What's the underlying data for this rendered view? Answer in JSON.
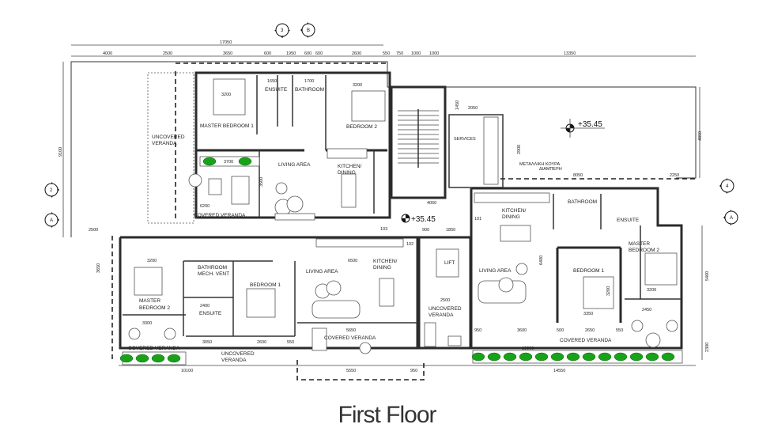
{
  "title": "First Floor",
  "rooms": {
    "tl_master_bedroom_1": "MASTER BEDROOM 1",
    "tl_ensuite": "ENSUITE",
    "tl_bathroom": "BATHROOM",
    "tl_bedroom_2": "BEDROOM 2",
    "tl_uncovered_veranda_1": "UNCOVERED",
    "tl_uncovered_veranda_2": "VERANDA",
    "tl_living_area": "LIVING AREA",
    "tl_kitchen_1": "KITCHEN/",
    "tl_kitchen_2": "DINING",
    "tl_covered_veranda": "COVERED VERANDA",
    "services": "SERVICES",
    "metal_rail_1": "ΜΕΤΑΛΛΙΚΗ ΚΟΥΡΑ",
    "metal_rail_2": "ΔΙΑΜΠΕΡΗ",
    "tr_bathroom": "BATHROOM",
    "tr_ensuite": "ENSUITE",
    "tr_kitchen_1": "KITCHEN/",
    "tr_kitchen_2": "DINING",
    "door_101": "101",
    "door_102": "102",
    "door_103": "103",
    "bl_bathroom_1": "BATHROOM",
    "bl_bathroom_2": "MECH. VENT",
    "bl_master_bedroom_2a": "MASTER",
    "bl_master_bedroom_2b": "BEDROOM 2",
    "bl_bedroom_1": "BEDROOM 1",
    "bl_ensuite": "ENSUITE",
    "bl_living_area": "LIVING AREA",
    "bl_kitchen_1": "KITCHEN/",
    "bl_kitchen_2": "DINING",
    "bl_covered_veranda": "COVERED VERANDA",
    "bl_uncovered_veranda_1": "UNCOVERED",
    "bl_uncovered_veranda_2": "VERANDA",
    "bm_covered_veranda": "COVERED VERANDA",
    "lift": "LIFT",
    "br_uncovered_veranda_1": "UNCOVERED",
    "br_uncovered_veranda_2": "VERANDA",
    "br_living_area": "LIVING AREA",
    "br_bedroom_1": "BEDROOM 1",
    "br_master_bedroom_2a": "MASTER",
    "br_master_bedroom_2b": "BEDROOM 2",
    "br_covered_veranda": "COVERED VERANDA"
  },
  "levels": {
    "main": "+35.45",
    "landing": "+35.45"
  },
  "dims": {
    "overall": "17050",
    "top": [
      "4000",
      "2500",
      "3650",
      "600",
      "1950",
      "600",
      "600",
      "2600",
      "550",
      "750",
      "1000",
      "1000",
      "13350"
    ],
    "bottom": [
      "10100",
      "5550",
      "950",
      "14550"
    ],
    "left": [
      "9100",
      "2500",
      "3650"
    ],
    "right": [
      "4850",
      "5400",
      "2300"
    ],
    "inner": [
      "3200",
      "3200",
      "1650",
      "1700",
      "3700",
      "6200",
      "3500",
      "4050",
      "2050",
      "8050",
      "2250",
      "900",
      "1850",
      "3200",
      "6500",
      "2400",
      "3300",
      "3050",
      "2600",
      "550",
      "5650",
      "2500",
      "950",
      "3600",
      "500",
      "2650",
      "550",
      "13800",
      "2450",
      "3350",
      "3200",
      "3200",
      "6400",
      "1450",
      "2900"
    ]
  },
  "section_markers": [
    "3",
    "B",
    "2",
    "A",
    "4",
    "A"
  ]
}
